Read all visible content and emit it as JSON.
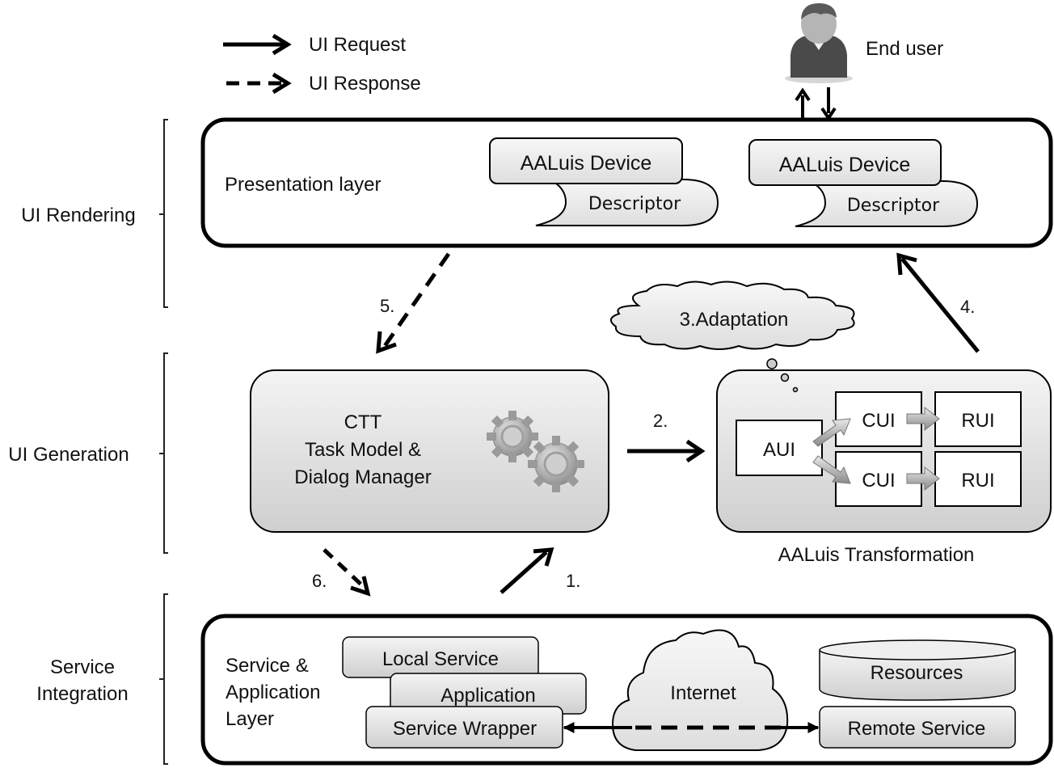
{
  "legend": {
    "request_label": "UI Request",
    "response_label": "UI Response"
  },
  "end_user": {
    "label": "End user",
    "icon": "user-avatar-icon"
  },
  "tiers": [
    {
      "label": "UI Rendering"
    },
    {
      "label": "UI Generation"
    },
    {
      "label_line1": "Service",
      "label_line2": "Integration"
    }
  ],
  "presentation_layer": {
    "label": "Presentation layer",
    "descriptors": [
      {
        "title": "AALuis Device",
        "subtitle": "Descriptor"
      },
      {
        "title": "AALuis Device",
        "subtitle": "Descriptor"
      }
    ]
  },
  "dialog_manager": {
    "line1": "CTT",
    "line2": "Task Model &",
    "line3": "Dialog Manager",
    "icon": "gears-icon"
  },
  "transformation": {
    "caption": "AALuis Transformation",
    "aui": "AUI",
    "cui": [
      "CUI",
      "CUI"
    ],
    "rui": [
      "RUI",
      "RUI"
    ]
  },
  "adaptation": {
    "label": "3.Adaptation"
  },
  "steps": {
    "s1": "1.",
    "s2": "2.",
    "s4": "4.",
    "s5": "5.",
    "s6": "6."
  },
  "service_layer": {
    "label_line1": "Service &",
    "label_line2": "Application",
    "label_line3": "Layer",
    "local_service": "Local Service",
    "application": "Application",
    "service_wrapper": "Service Wrapper",
    "internet": "Internet",
    "resources": "Resources",
    "remote_service": "Remote Service"
  }
}
